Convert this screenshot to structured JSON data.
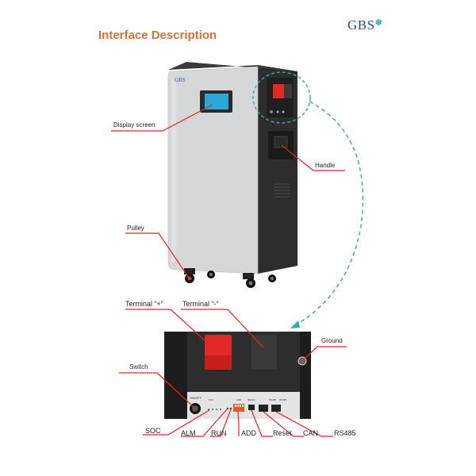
{
  "title": "Interface Description",
  "logo": {
    "text": "GBS",
    "mark": "✽"
  },
  "device_logo": "GBS",
  "labels": {
    "display_screen": "Display screen",
    "handle": "Handle",
    "pulley": "Pulley",
    "terminal_pos": "Terminal “+”",
    "terminal_neg": "Terminal “-”",
    "ground": "Ground",
    "switch": "Switch",
    "soc": "SOC",
    "alm": "ALM",
    "run": "RUN",
    "add": "ADD",
    "reset": "Reset",
    "can": "CAN",
    "rs485": "RS485"
  },
  "panel_text": {
    "on_off": "ON/OFF",
    "soc": "SOC",
    "add": "ADD",
    "reset": "RESET",
    "can": "RS485",
    "rs485": "RS485"
  },
  "colors": {
    "accent": "#d2713a",
    "leader": "#e3242b",
    "dash": "#3aa6a6",
    "terminal_pos": "#e02a2a",
    "body": "#d4d5d7",
    "dark": "#2b2b2b"
  }
}
